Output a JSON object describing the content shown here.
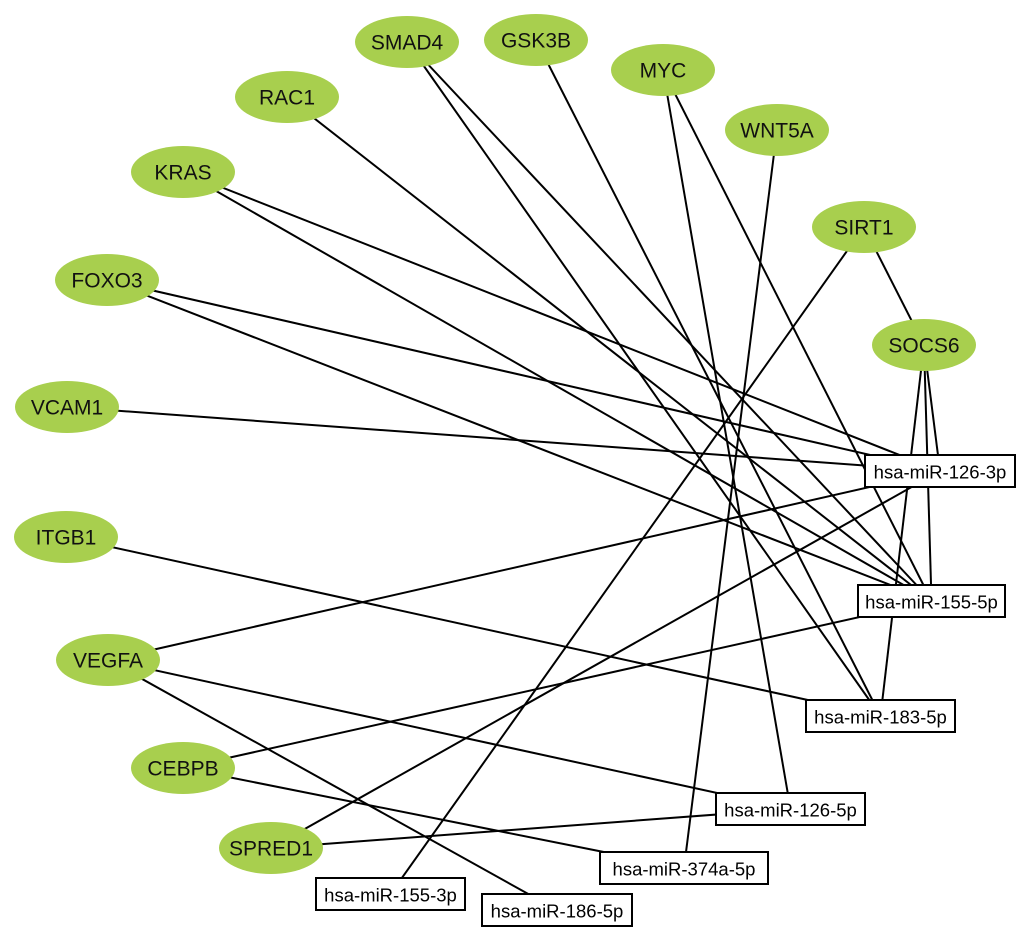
{
  "network": {
    "genes": [
      "SMAD4",
      "GSK3B",
      "MYC",
      "RAC1",
      "WNT5A",
      "KRAS",
      "SIRT1",
      "FOXO3",
      "SOCS6",
      "VCAM1",
      "ITGB1",
      "VEGFA",
      "CEBPB",
      "SPRED1"
    ],
    "mirnas": [
      "hsa-miR-126-3p",
      "hsa-miR-155-5p",
      "hsa-miR-183-5p",
      "hsa-miR-126-5p",
      "hsa-miR-374a-5p",
      "hsa-miR-155-3p",
      "hsa-miR-186-5p"
    ],
    "edges": [
      [
        "SMAD4",
        "hsa-miR-155-5p"
      ],
      [
        "SMAD4",
        "hsa-miR-183-5p"
      ],
      [
        "GSK3B",
        "hsa-miR-183-5p"
      ],
      [
        "MYC",
        "hsa-miR-126-5p"
      ],
      [
        "MYC",
        "hsa-miR-155-5p"
      ],
      [
        "RAC1",
        "hsa-miR-155-5p"
      ],
      [
        "WNT5A",
        "hsa-miR-374a-5p"
      ],
      [
        "KRAS",
        "hsa-miR-126-3p"
      ],
      [
        "KRAS",
        "hsa-miR-155-5p"
      ],
      [
        "SIRT1",
        "hsa-miR-155-3p"
      ],
      [
        "SIRT1",
        "SOCS6"
      ],
      [
        "FOXO3",
        "hsa-miR-126-3p"
      ],
      [
        "FOXO3",
        "hsa-miR-155-5p"
      ],
      [
        "SOCS6",
        "hsa-miR-126-3p"
      ],
      [
        "SOCS6",
        "hsa-miR-155-5p"
      ],
      [
        "SOCS6",
        "hsa-miR-183-5p"
      ],
      [
        "VCAM1",
        "hsa-miR-126-3p"
      ],
      [
        "ITGB1",
        "hsa-miR-183-5p"
      ],
      [
        "VEGFA",
        "hsa-miR-126-3p"
      ],
      [
        "VEGFA",
        "hsa-miR-126-5p"
      ],
      [
        "VEGFA",
        "hsa-miR-186-5p"
      ],
      [
        "CEBPB",
        "hsa-miR-155-5p"
      ],
      [
        "CEBPB",
        "hsa-miR-374a-5p"
      ],
      [
        "SPRED1",
        "hsa-miR-126-3p"
      ],
      [
        "SPRED1",
        "hsa-miR-126-5p"
      ]
    ],
    "colors": {
      "gene_fill": "#a8cf4e",
      "mirna_fill": "#ffffff",
      "edge": "#000000"
    }
  }
}
